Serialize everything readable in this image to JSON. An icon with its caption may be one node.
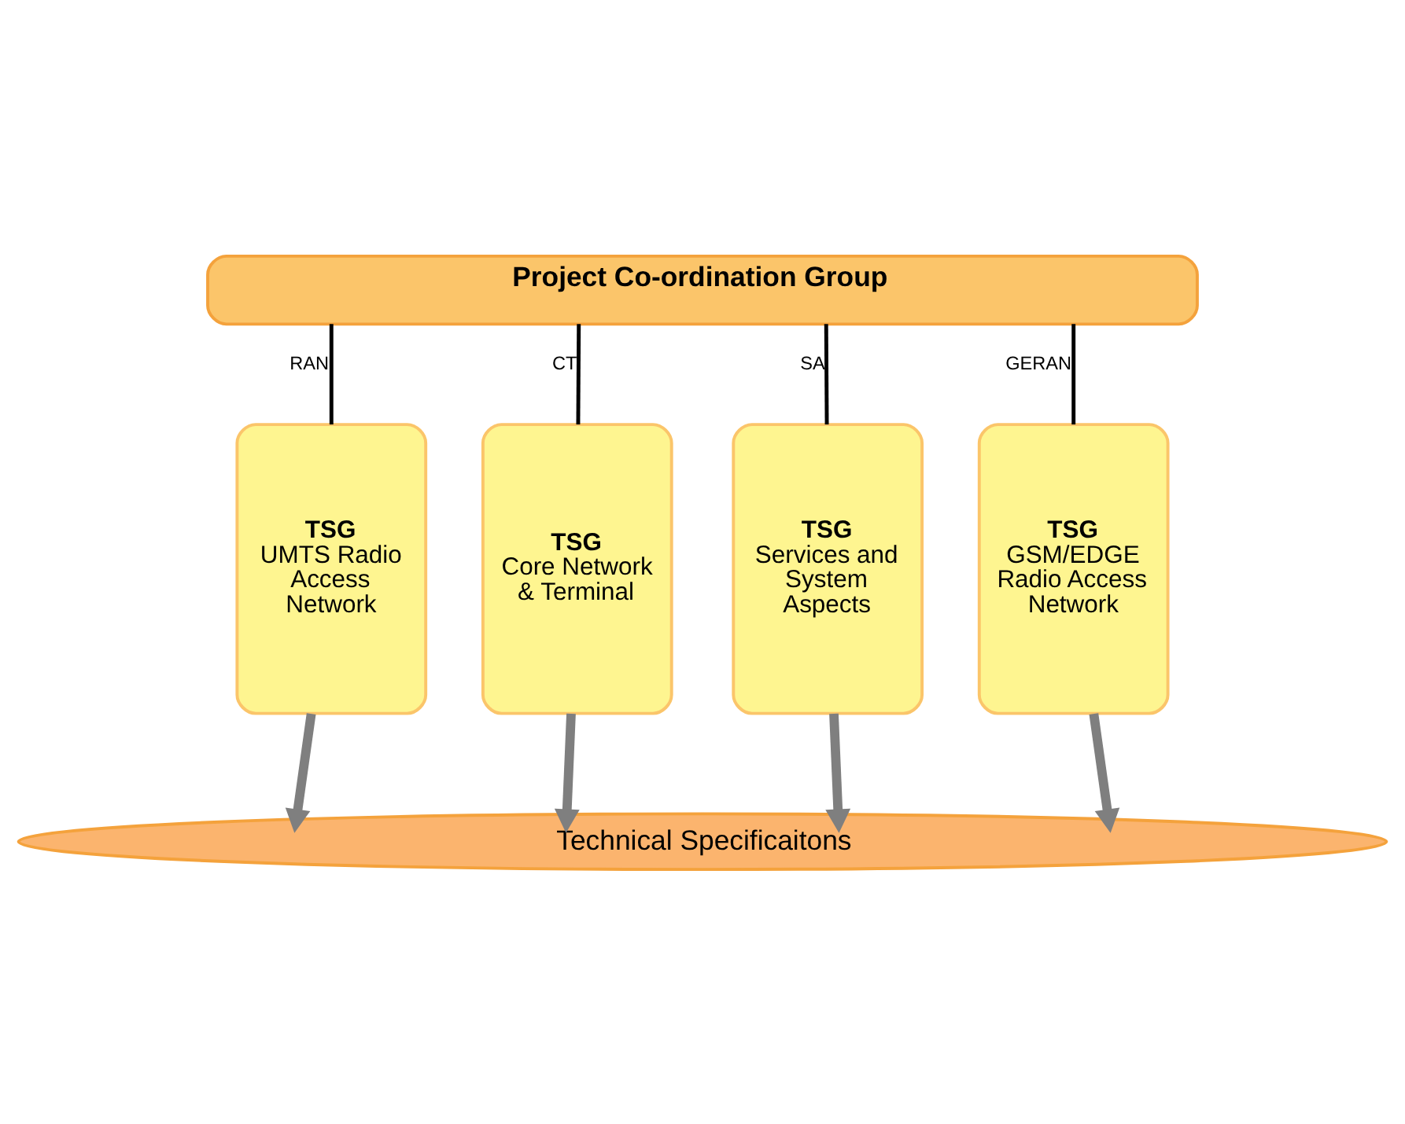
{
  "diagram": {
    "nodes": [
      {
        "text": [
          "Project Co-ordination Group"
        ]
      },
      {
        "text": [
          "TSG",
          "UMTS Radio Access Network"
        ]
      },
      {
        "text": [
          "TSG",
          "Core Network & Terminal"
        ]
      },
      {
        "text": [
          "TSG",
          "Services and System Aspects"
        ]
      },
      {
        "text": [
          "TSG",
          "GSM/EDGE Radio Access Network"
        ]
      },
      {
        "text": [
          "Technical Specificaitons"
        ]
      }
    ],
    "edges": [
      {
        "from": 0,
        "to": 1,
        "arrow": "none",
        "label": "RAN"
      },
      {
        "from": 0,
        "to": 2,
        "arrow": "none",
        "label": "CT"
      },
      {
        "from": 0,
        "to": 3,
        "arrow": "none",
        "label": "SA"
      },
      {
        "from": 0,
        "to": 4,
        "arrow": "none",
        "label": "GERAN"
      },
      {
        "from": 1,
        "to": 5,
        "arrow": "to",
        "style": "thick",
        "color": "#7f7f7f"
      },
      {
        "from": 2,
        "to": 5,
        "arrow": "to",
        "style": "thick",
        "color": "#7f7f7f"
      },
      {
        "from": 3,
        "to": 5,
        "arrow": "to",
        "style": "thick",
        "color": "#7f7f7f"
      },
      {
        "from": 4,
        "to": 5,
        "arrow": "to",
        "style": "thick",
        "color": "#7f7f7f"
      }
    ]
  }
}
